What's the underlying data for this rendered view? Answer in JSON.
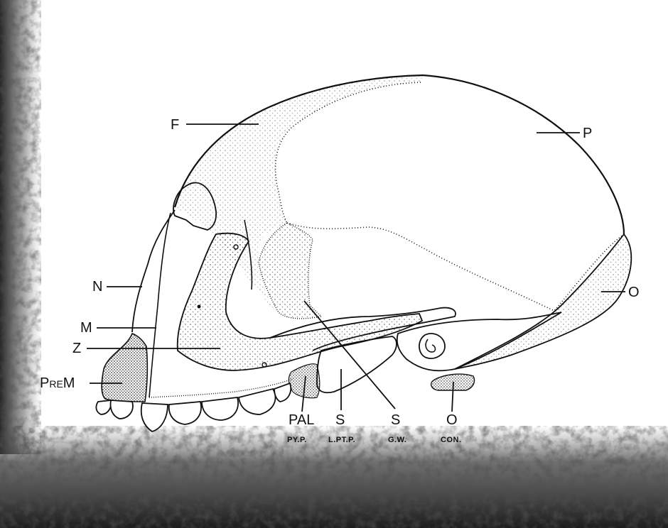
{
  "labels": {
    "f": "F",
    "p": "P",
    "o_upper": "O",
    "n": "N",
    "m": "M",
    "z": "Z",
    "prem": "PreM",
    "pal": "PAL",
    "pal_sub": "PY.P.",
    "s_left": "S",
    "s_left_sub": "L.PT.P.",
    "s_right": "S",
    "s_right_sub": "G.W.",
    "o_lower": "O",
    "o_lower_sub": "CON."
  },
  "colors": {
    "ink": "#111111",
    "paper": "#ffffff",
    "scan_shadow": "#2a2a2a"
  }
}
